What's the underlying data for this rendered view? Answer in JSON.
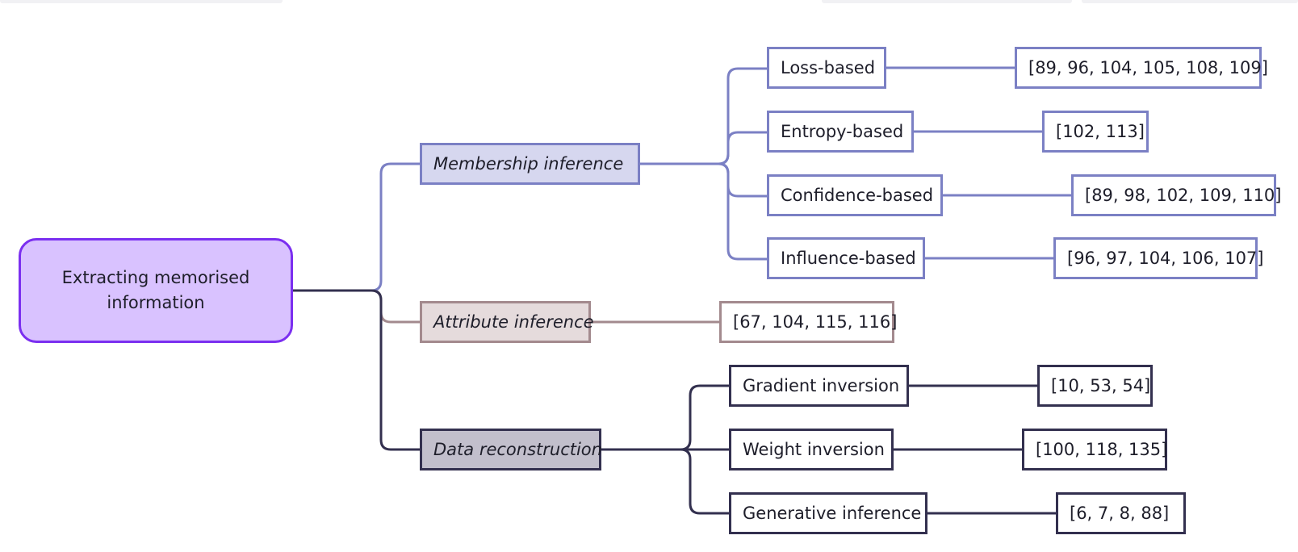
{
  "diagram": {
    "root": {
      "label": "Extracting memorised information",
      "color": "#7b2ff0",
      "fill": "#d9c2ff"
    },
    "branches": [
      {
        "label": "Membership inference",
        "color": "#7b80c4",
        "fill": "#d6d7ef",
        "children": [
          {
            "label": "Loss-based",
            "refs": "[89, 96, 104, 105, 108, 109]"
          },
          {
            "label": "Entropy-based",
            "refs": "[102, 113]"
          },
          {
            "label": "Confidence-based",
            "refs": "[89, 98, 102, 109, 110]"
          },
          {
            "label": "Influence-based",
            "refs": "[96, 97, 104, 106, 107]"
          }
        ]
      },
      {
        "label": "Attribute inference",
        "color": "#a38a8e",
        "fill": "#e5dbdc",
        "refs": "[67, 104, 115, 116]"
      },
      {
        "label": "Data reconstruction",
        "color": "#33304f",
        "fill": "#c2bfcc",
        "children": [
          {
            "label": "Gradient inversion",
            "refs": "[10, 53, 54]"
          },
          {
            "label": "Weight inversion",
            "refs": "[100, 118, 135]"
          },
          {
            "label": "Generative inference",
            "refs": "[6, 7, 8, 88]"
          }
        ]
      }
    ]
  }
}
